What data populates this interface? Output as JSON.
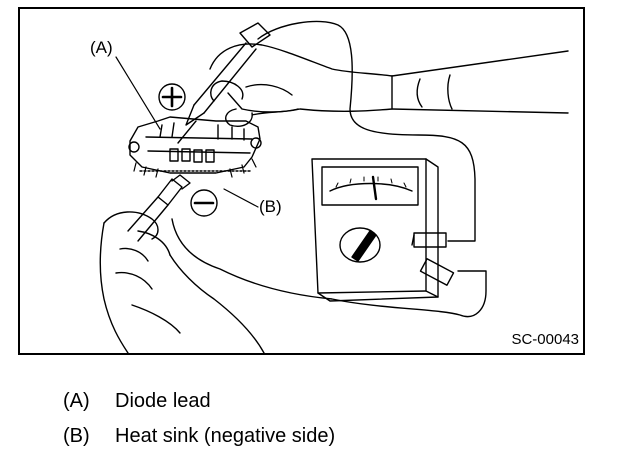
{
  "figure": {
    "callouts": {
      "a": "(A)",
      "b": "(B)"
    },
    "figure_id": "SC-00043"
  },
  "legend": [
    {
      "key": "(A)",
      "text": "Diode lead"
    },
    {
      "key": "(B)",
      "text": "Heat sink (negative side)"
    }
  ]
}
